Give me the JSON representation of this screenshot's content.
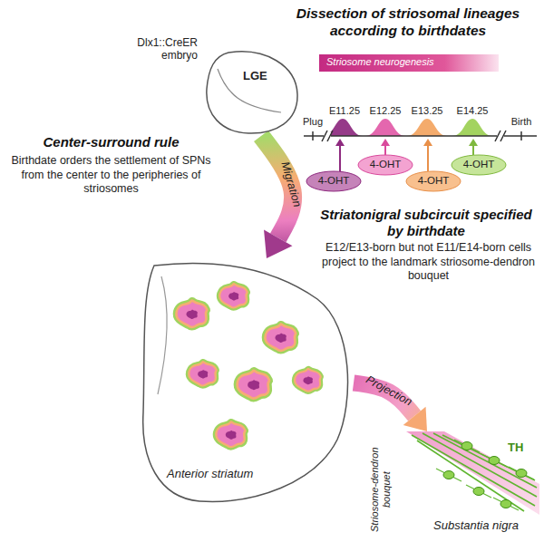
{
  "diagram": {
    "title": "Dissection of striosomal lineages according to birthdates",
    "nodes": [
      {
        "text": [
          "LGE"
        ]
      },
      {
        "text": [
          "4-OHT"
        ]
      },
      {
        "text": [
          "4-OHT"
        ]
      },
      {
        "text": [
          "4-OHT"
        ]
      },
      {
        "text": [
          "4-OHT"
        ]
      },
      {
        "text": [
          "Anterior striatum"
        ]
      },
      {
        "text": [
          "Substantia nigra"
        ]
      }
    ],
    "edges": [
      {
        "from": 0,
        "to": 5,
        "label": "Migration",
        "arrow": "to"
      },
      {
        "from": 5,
        "to": 6,
        "label": "Projection",
        "arrow": "to"
      }
    ],
    "labels": [
      "Dlx1::CreER embryo",
      "Striosome neurogenesis",
      "Plug",
      "E11.25",
      "E12.25",
      "E13.25",
      "E14.25",
      "Birth",
      "Center-surround rule",
      "Birthdate orders the settlement of SPNs from the center to the peripheries of striosomes",
      "Striatonigral subcircuit specified by birthdate",
      "E12/E13-born but not E11/E14-born cells project to the landmark striosome-dendron bouquet",
      "Striosome-dendron bouquet",
      "TH"
    ]
  }
}
